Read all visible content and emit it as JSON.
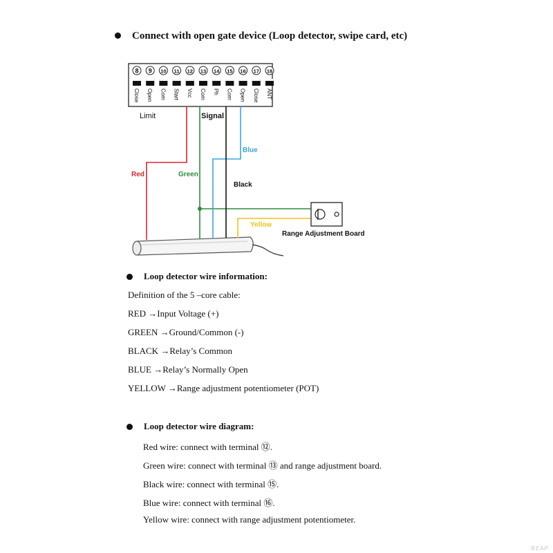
{
  "main_heading": "Connect with open gate device (Loop detector, swipe card, etc)",
  "terminal_block": {
    "terminals": [
      {
        "number": "8",
        "label": "Close"
      },
      {
        "number": "9",
        "label": "Open"
      },
      {
        "number": "10",
        "label": "Com"
      },
      {
        "number": "11",
        "label": "Start"
      },
      {
        "number": "12",
        "label": "Vcc"
      },
      {
        "number": "13",
        "label": "Com"
      },
      {
        "number": "14",
        "label": "Ph"
      },
      {
        "number": "15",
        "label": "Com"
      },
      {
        "number": "16",
        "label": "Open"
      },
      {
        "number": "17",
        "label": "Close"
      },
      {
        "number": "18",
        "label": "ANT"
      }
    ],
    "group_limit": "Limit",
    "group_signal": "Signal"
  },
  "wires": {
    "red": {
      "label": "Red",
      "color": "#d9262b"
    },
    "green": {
      "label": "Green",
      "color": "#2e8b3a"
    },
    "blue": {
      "label": "Blue",
      "color": "#39a6e0"
    },
    "black": {
      "label": "Black",
      "color": "#111111"
    },
    "yellow": {
      "label": "Yellow",
      "color": "#f2c21b"
    }
  },
  "range_board_label": "Range Adjustment Board",
  "info_section": {
    "heading": "Loop detector wire information:",
    "intro": "Definition of the 5 –core cable:",
    "items": [
      {
        "color": "RED",
        "desc": "Input Voltage (+)"
      },
      {
        "color": "GREEN",
        "desc": "Ground/Common (-)"
      },
      {
        "color": "BLACK",
        "desc": "Relay’s Common"
      },
      {
        "color": "BLUE",
        "desc": "Relay’s Normally Open"
      },
      {
        "color": "YELLOW",
        "desc": "Range adjustment potentiometer (POT)"
      }
    ]
  },
  "diagram_section": {
    "heading": "Loop detector wire diagram:",
    "lines": [
      "Red wire: connect with terminal ⑫.",
      "Green wire: connect with terminal  ⑬  and range adjustment board.",
      "Black wire: connect with terminal ⑮.",
      "Blue wire: connect with terminal ⑯.",
      "Yellow wire: connect with range adjustment potentiometer."
    ]
  },
  "watermark": "BEAP"
}
